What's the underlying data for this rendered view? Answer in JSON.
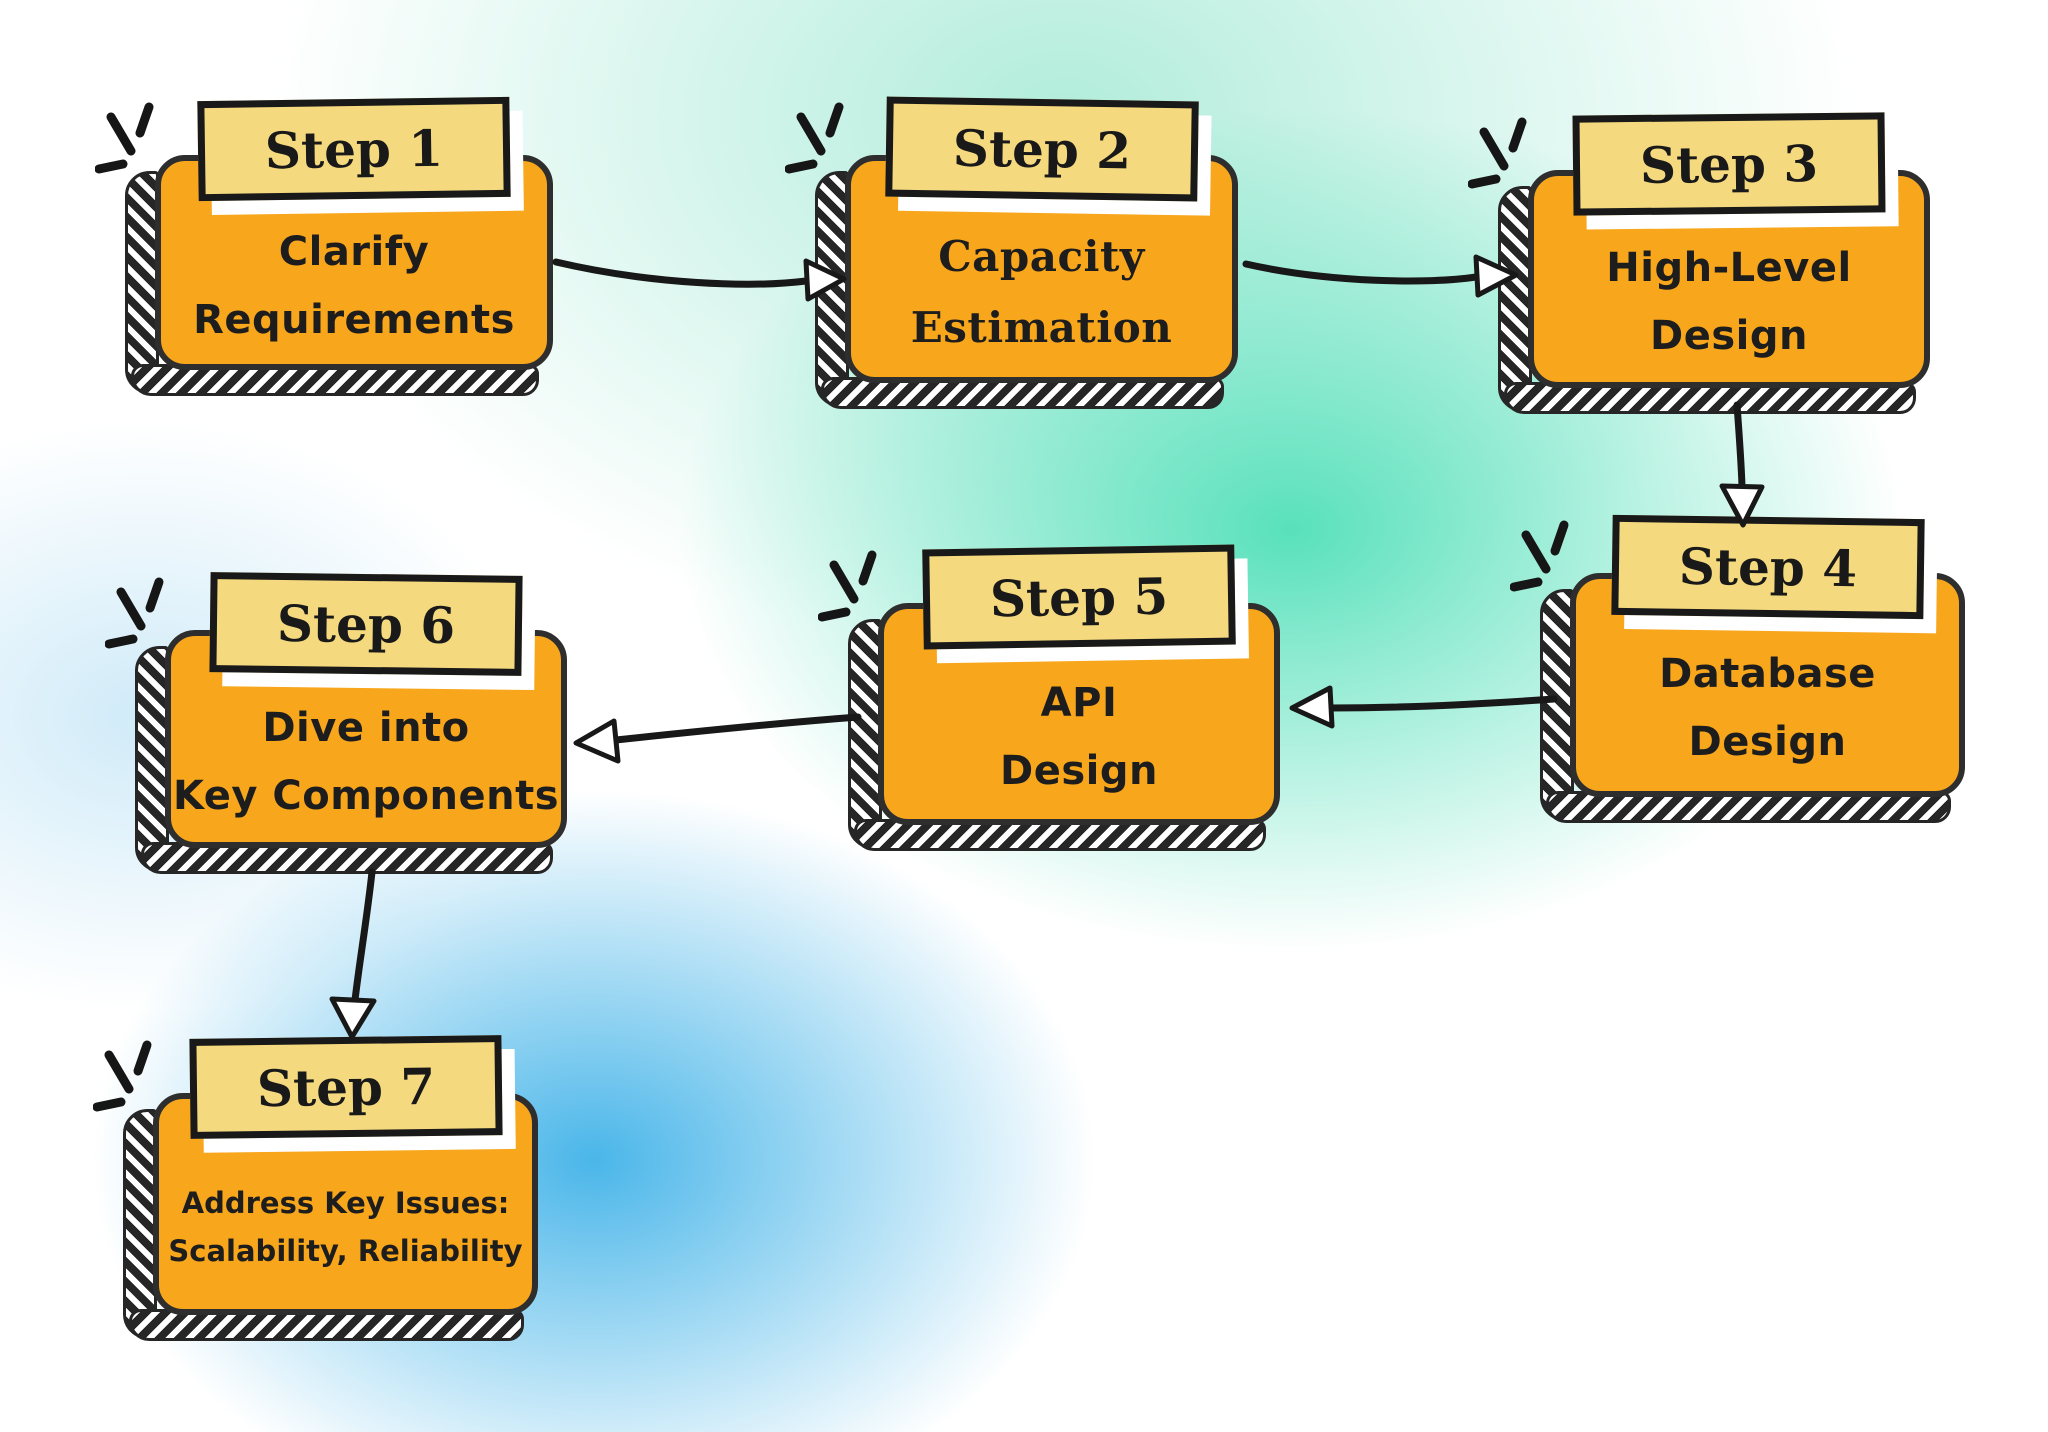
{
  "diagram": {
    "kind": "step-flowchart",
    "steps": [
      {
        "label": "Step 1",
        "title_lines": [
          "Clarify",
          "Requirements"
        ],
        "variant": "sans"
      },
      {
        "label": "Step 2",
        "title_lines": [
          "Capacity",
          "Estimation"
        ],
        "variant": "serif"
      },
      {
        "label": "Step 3",
        "title_lines": [
          "High-Level",
          "Design"
        ],
        "variant": "sans"
      },
      {
        "label": "Step 4",
        "title_lines": [
          "Database",
          "Design"
        ],
        "variant": "sans"
      },
      {
        "label": "Step 5",
        "title_lines": [
          "API",
          "Design"
        ],
        "variant": "sans"
      },
      {
        "label": "Step 6",
        "title_lines": [
          "Dive into",
          "Key Components"
        ],
        "variant": "sans"
      },
      {
        "label": "Step 7",
        "title_lines": [
          "Address Key Issues:",
          "Scalability, Reliability"
        ],
        "variant": "sans",
        "small": true
      }
    ],
    "connections": [
      {
        "from": "Step 1",
        "to": "Step 2"
      },
      {
        "from": "Step 2",
        "to": "Step 3"
      },
      {
        "from": "Step 3",
        "to": "Step 4"
      },
      {
        "from": "Step 4",
        "to": "Step 5"
      },
      {
        "from": "Step 5",
        "to": "Step 6"
      },
      {
        "from": "Step 6",
        "to": "Step 7"
      }
    ]
  },
  "colors": {
    "card_fill": "#F8A61C",
    "banner_fill": "#F5D97E",
    "outline": "#1C1C1C",
    "background_teal": "#7FE3C7",
    "background_mint": "#9EE8D2",
    "background_blue": "#4FB3E8",
    "background_base": "#FFFFFF"
  }
}
